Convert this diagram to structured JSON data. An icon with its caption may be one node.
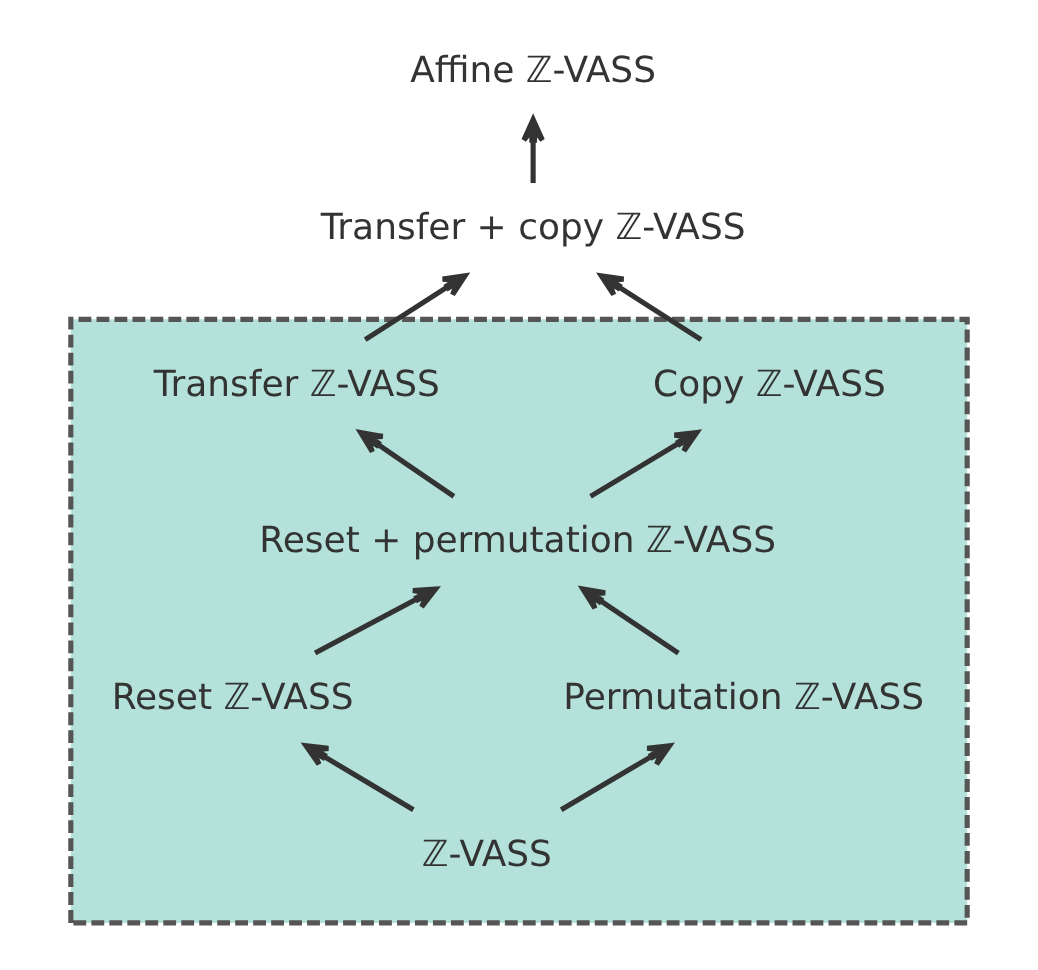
{
  "diagram": {
    "nodes": [
      {
        "text": [
          "Affine ℤ-VASS"
        ]
      },
      {
        "text": [
          "Transfer + copy ℤ-VASS"
        ]
      },
      {
        "text": [],
        "shape": "box"
      },
      {
        "text": [
          "Transfer ℤ-VASS"
        ],
        "in": 2
      },
      {
        "text": [
          "Copy ℤ-VASS"
        ],
        "in": 2
      },
      {
        "text": [
          "Reset + permutation ℤ-VASS"
        ],
        "in": 2
      },
      {
        "text": [
          "Reset ℤ-VASS"
        ],
        "in": 2
      },
      {
        "text": [
          "Permutation ℤ-VASS"
        ],
        "in": 2
      },
      {
        "text": [
          "ℤ-VASS"
        ],
        "in": 2
      }
    ],
    "edges": [
      {
        "from": 1,
        "to": 0,
        "arrow": "to"
      },
      {
        "from": 3,
        "to": 1,
        "arrow": "to"
      },
      {
        "from": 4,
        "to": 1,
        "arrow": "to"
      },
      {
        "from": 5,
        "to": 3,
        "arrow": "to"
      },
      {
        "from": 5,
        "to": 4,
        "arrow": "to"
      },
      {
        "from": 6,
        "to": 5,
        "arrow": "to"
      },
      {
        "from": 7,
        "to": 5,
        "arrow": "to"
      },
      {
        "from": 8,
        "to": 6,
        "arrow": "to"
      },
      {
        "from": 8,
        "to": 7,
        "arrow": "to"
      }
    ]
  }
}
